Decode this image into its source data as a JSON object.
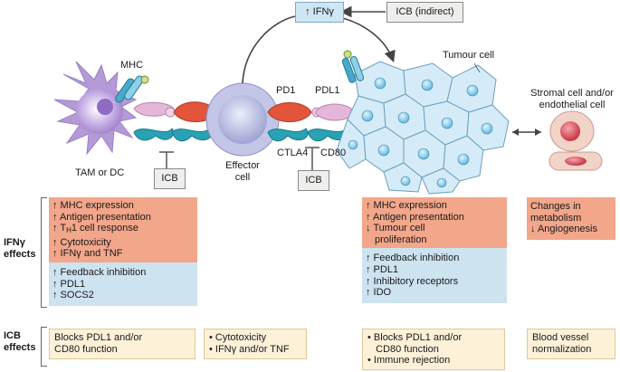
{
  "diagram": {
    "ifng_box": "↑ IFNγ",
    "icb_indirect_box": "ICB (indirect)",
    "labels": {
      "mhc": "MHC",
      "tam_or_dc": "TAM or DC",
      "effector_cell_line1": "Effector",
      "effector_cell_line2": "cell",
      "pd1": "PD1",
      "pdl1": "PDL1",
      "ctla4": "CTLA4",
      "cd80": "CD80",
      "tumour_cell": "Tumour cell",
      "stromal_line1": "Stromal cell and/or",
      "stromal_line2": "endothelial cell"
    },
    "icb_box_left": "ICB",
    "icb_box_right": "ICB"
  },
  "ifng_effects": {
    "header_line1": "IFNγ",
    "header_line2": "effects",
    "apc": {
      "up": [
        "↑ MHC expression",
        "↑ Antigen presentation",
        "↑ TH1 cell response",
        "↑ Cytotoxicity",
        "↑ IFNγ and TNF"
      ],
      "th1_prefix": "↑ T",
      "th1_sub": "H",
      "th1_suffix": "1 cell response",
      "feedback": [
        "↑ Feedback inhibition",
        "↑ PDL1",
        "↑ SOCS2"
      ]
    },
    "tumour": {
      "up": [
        "↑ MHC expression",
        "↑ Antigen presentation",
        "↓ Tumour cell",
        "proliferation"
      ],
      "feedback": [
        "↑ Feedback inhibition",
        "↑ PDL1",
        "↑ Inhibitory receptors",
        "↑ IDO"
      ]
    },
    "stromal": {
      "up": [
        "Changes in",
        "metabolism",
        "↓ Angiogenesis"
      ]
    }
  },
  "icb_effects": {
    "header_line1": "ICB",
    "header_line2": "effects",
    "apc": [
      "Blocks PDL1 and/or",
      "CD80 function"
    ],
    "effector": [
      "• Cytotoxicity",
      "• IFNγ and/or TNF"
    ],
    "tumour": [
      "• Blocks PDL1 and/or",
      "   CD80 function",
      "• Immune rejection"
    ],
    "stromal": [
      "Blood vessel",
      "normalization"
    ]
  },
  "colors": {
    "ifn_orange": "#f2a68a",
    "ifn_blue": "#cde3f0",
    "icb_cream": "#fdf1d8",
    "tam_purple": "#b59ad8",
    "effector_lavender": "#b7badf",
    "tumour_blue": "#d6ebf8",
    "pd1_red": "#e2553a",
    "teal": "#2aa2b5",
    "pink_ligand": "#e4b6d8",
    "stromal_red": "#d8454f"
  }
}
